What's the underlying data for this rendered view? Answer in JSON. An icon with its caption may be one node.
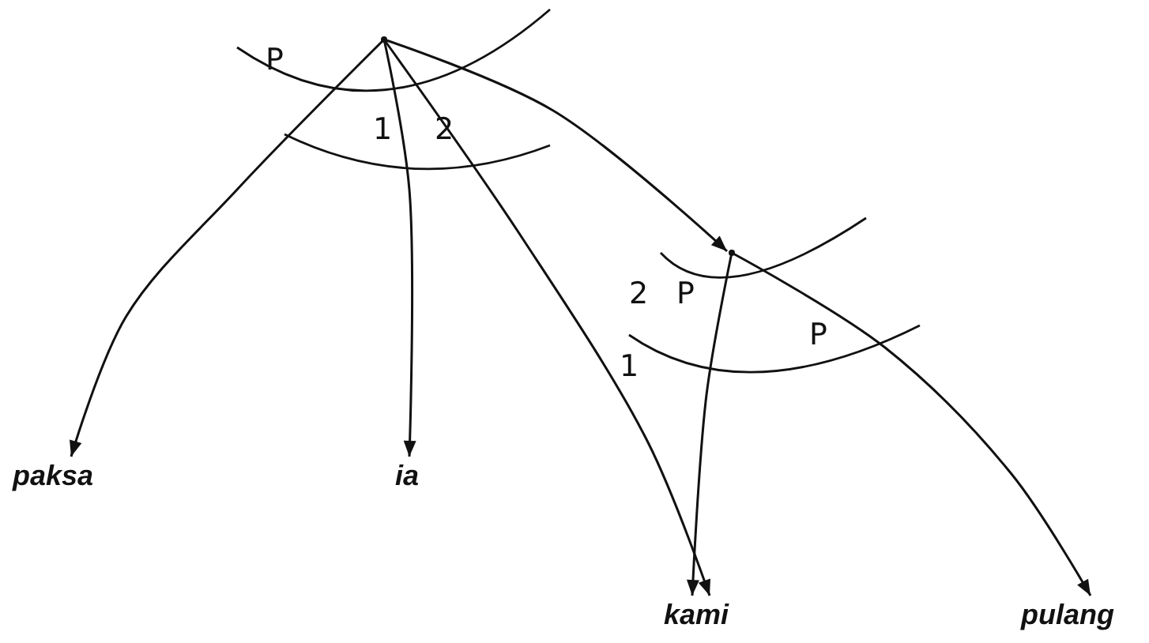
{
  "diagram": {
    "nodes": [
      {
        "text": [],
        "shape": "dot"
      },
      {
        "text": [],
        "shape": "dot"
      },
      {
        "text": [
          "paksa"
        ]
      },
      {
        "text": [
          "ia"
        ]
      },
      {
        "text": [
          "kami"
        ]
      },
      {
        "text": [
          "pulang"
        ]
      }
    ],
    "edges": [
      {
        "from": 0,
        "to": 2,
        "arrow": "to",
        "label": "P"
      },
      {
        "from": 0,
        "to": 3,
        "arrow": "to",
        "label": "1"
      },
      {
        "from": 0,
        "to": 4,
        "arrow": "to",
        "label": "2"
      },
      {
        "from": 0,
        "to": 1,
        "arrow": "to"
      },
      {
        "from": 1,
        "to": 4,
        "arrow": "to"
      },
      {
        "from": 1,
        "to": 5,
        "arrow": "to"
      }
    ],
    "labels": [
      "2",
      "P",
      "1",
      "P"
    ]
  }
}
